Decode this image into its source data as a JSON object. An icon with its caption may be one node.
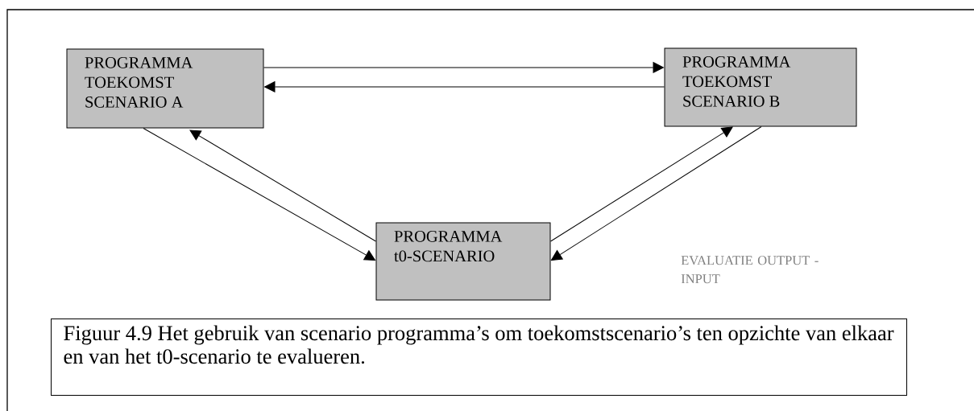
{
  "diagram": {
    "caption": "Figuur 4.9 Het gebruik van scenario programma’s om toekomstscenario’s ten opzichte van elkaar en van het t0-scenario te evalueren.",
    "nodes": [
      {
        "text": [
          "PROGRAMMA TOEKOMST SCENARIO A"
        ]
      },
      {
        "text": [
          "PROGRAMMA TOEKOMST SCENARIO B"
        ]
      },
      {
        "text": [
          "PROGRAMMA t0-SCENARIO"
        ]
      }
    ],
    "edges": [
      {
        "from": 0,
        "to": 1,
        "arrow": "to"
      },
      {
        "from": 1,
        "to": 0,
        "arrow": "to"
      },
      {
        "from": 0,
        "to": 2,
        "arrow": "to"
      },
      {
        "from": 2,
        "to": 0,
        "arrow": "to"
      },
      {
        "from": 2,
        "to": 1,
        "arrow": "to"
      },
      {
        "from": 1,
        "to": 2,
        "arrow": "to"
      }
    ],
    "labels": [
      "EVALUATIE OUTPUT - INPUT"
    ]
  }
}
